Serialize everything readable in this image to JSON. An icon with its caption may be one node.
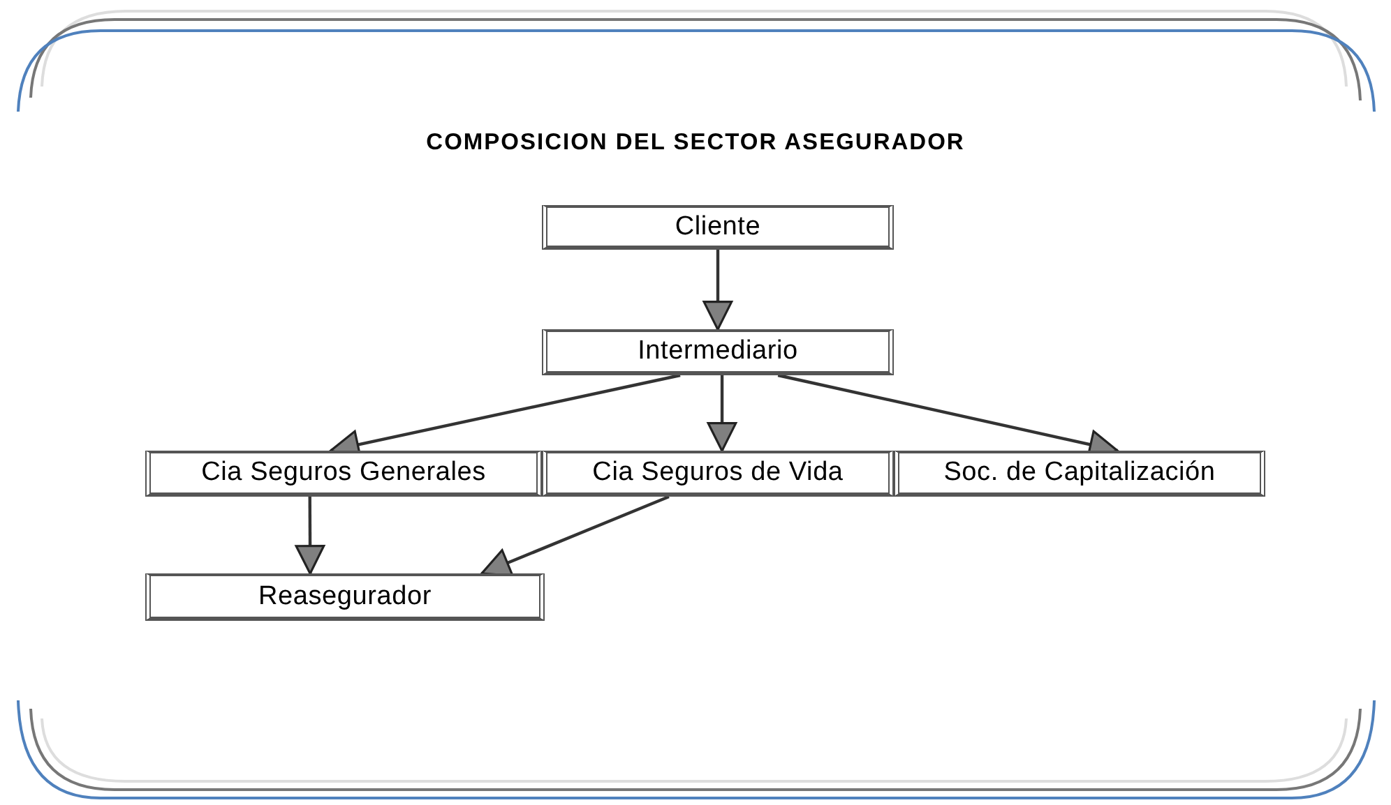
{
  "diagram": {
    "title": "COMPOSICION DEL SECTOR ASEGURADOR",
    "nodes": [
      {
        "text": [
          "Cliente"
        ]
      },
      {
        "text": [
          "Intermediario"
        ]
      },
      {
        "text": [
          "Cia Seguros Generales"
        ]
      },
      {
        "text": [
          "Cia Seguros de Vida"
        ]
      },
      {
        "text": [
          "Soc. de Capitalización"
        ]
      },
      {
        "text": [
          "Reasegurador"
        ]
      }
    ],
    "edges": [
      {
        "from": 0,
        "to": 1,
        "arrow": "to"
      },
      {
        "from": 1,
        "to": 2,
        "arrow": "to"
      },
      {
        "from": 1,
        "to": 3,
        "arrow": "to"
      },
      {
        "from": 1,
        "to": 4,
        "arrow": "to"
      },
      {
        "from": 2,
        "to": 5,
        "arrow": "to"
      },
      {
        "from": 3,
        "to": 5,
        "arrow": "to"
      }
    ]
  }
}
